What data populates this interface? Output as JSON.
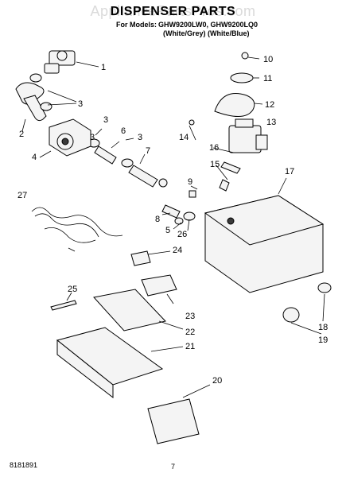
{
  "watermark": "AppliancePartsPros.com",
  "title": "DISPENSER PARTS",
  "models_label": "For Models:",
  "models_line1": "GHW9200LW0, GHW9200LQ0",
  "models_line2": "(White/Grey)   (White/Blue)",
  "footer_left": "8181891",
  "footer_page": "7",
  "part_numbers": [
    "1",
    "2",
    "3",
    "3",
    "3",
    "3",
    "4",
    "5",
    "6",
    "7",
    "8",
    "9",
    "10",
    "11",
    "12",
    "13",
    "14",
    "15",
    "16",
    "17",
    "18",
    "19",
    "20",
    "21",
    "22",
    "23",
    "24",
    "25",
    "26",
    "27"
  ]
}
